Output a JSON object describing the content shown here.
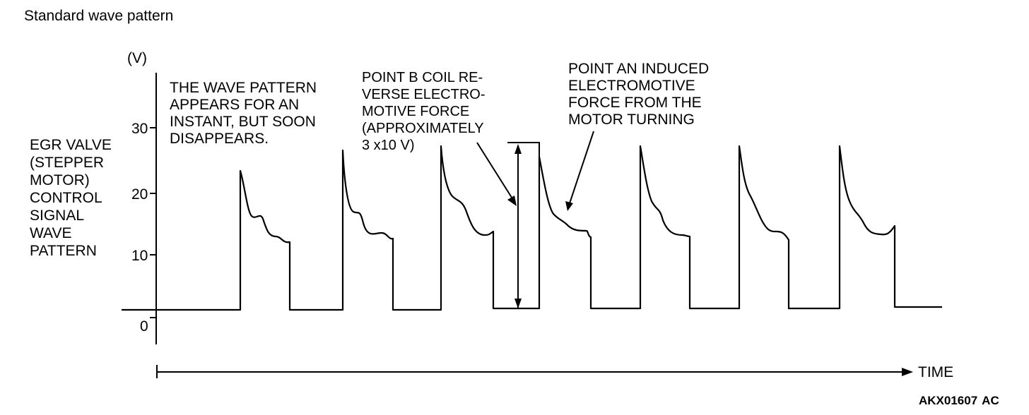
{
  "header": {
    "title": "Standard wave pattern"
  },
  "axis": {
    "y_unit": "(V)",
    "y_ticks": [
      "30",
      "20",
      "10",
      "0"
    ],
    "x_label": "TIME",
    "y_label_lines": [
      "EGR VALVE",
      "(STEPPER",
      "MOTOR)",
      "CONTROL",
      "SIGNAL",
      "WAVE",
      "PATTERN"
    ]
  },
  "annotations": {
    "a_lines": [
      "THE WAVE PATTERN",
      "APPEARS FOR AN",
      "INSTANT, BUT SOON",
      "DISAPPEARS."
    ],
    "b_lines": [
      "POINT B COIL RE-",
      "VERSE ELECTRO-",
      "MOTIVE FORCE",
      "(APPROXIMATELY",
      "3 x10 V)"
    ],
    "c_lines": [
      "POINT AN INDUCED",
      "ELECTROMOTIVE",
      "FORCE FROM THE",
      "MOTOR TURNING"
    ]
  },
  "footer": {
    "code": "AKX01607",
    "suffix": "AC"
  },
  "colors": {
    "line": "#000000",
    "background": "#ffffff"
  }
}
